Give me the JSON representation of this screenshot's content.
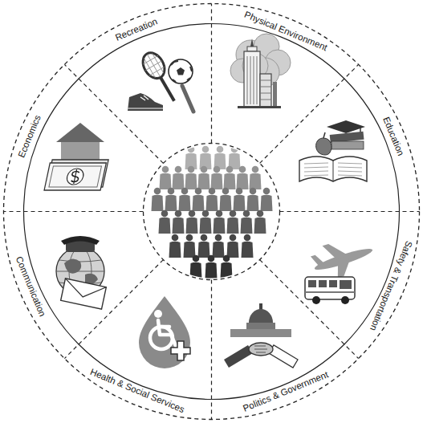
{
  "diagram": {
    "labels": [
      "Recreation",
      "Physical Environment",
      "Education",
      "Safety & Transportation",
      "Politics & Government",
      "Health & Social Services",
      "Communication",
      "Economics"
    ]
  }
}
